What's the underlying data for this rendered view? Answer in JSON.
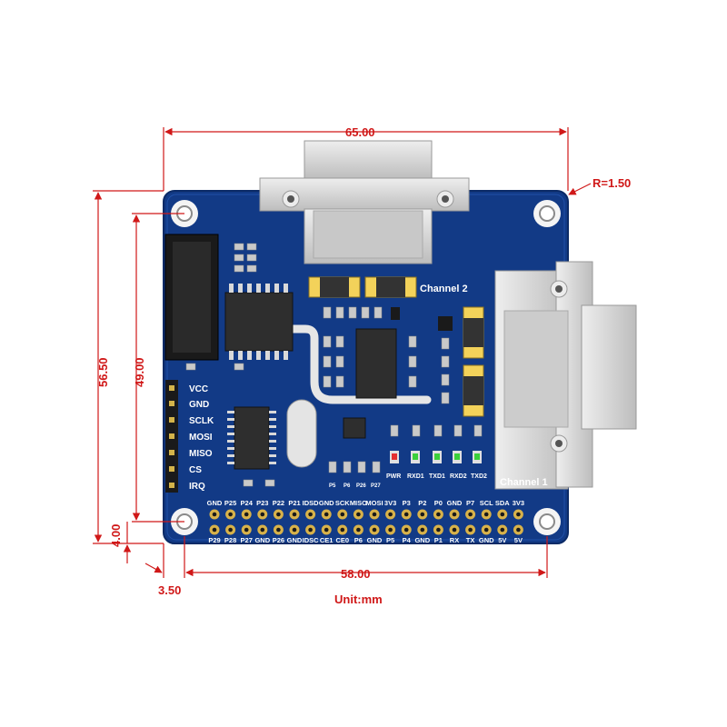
{
  "dimensions": {
    "width_label": "65.00",
    "radius_label": "R=1.50",
    "height_outer_label": "56.50",
    "height_inner_label": "49.00",
    "bottom_offset_label": "4.00",
    "left_offset_label": "3.50",
    "hole_span_label": "58.00",
    "unit_label": "Unit:mm"
  },
  "board": {
    "channel2_label": "Channel 2",
    "channel1_label": "Channel 1",
    "left_header_pins": [
      "VCC",
      "GND",
      "SCLK",
      "MOSI",
      "MISO",
      "CS",
      "IRQ"
    ],
    "led_labels": [
      "PWR",
      "RXD1",
      "TXD1",
      "RXD2",
      "TXD2"
    ],
    "small_labels": [
      "P5",
      "P6",
      "P26",
      "P27"
    ],
    "gpio_top_labels": [
      "GND",
      "P25",
      "P24",
      "P23",
      "P22",
      "P21",
      "IDSD",
      "GND",
      "SCK",
      "MISO",
      "MOSI",
      "3V3",
      "P3",
      "P2",
      "P0",
      "GND",
      "P7",
      "SCL",
      "SDA",
      "3V3"
    ],
    "gpio_bottom_labels": [
      "P29",
      "P28",
      "P27",
      "GND",
      "P26",
      "GND",
      "IDSC",
      "CE1",
      "CE0",
      "P6",
      "GND",
      "P5",
      "P4",
      "GND",
      "P1",
      "RX",
      "TX",
      "GND",
      "5V",
      "5V"
    ]
  },
  "colors": {
    "pcb": "#123a86",
    "dimension": "#d01818",
    "connector": "#d8d8d8"
  }
}
